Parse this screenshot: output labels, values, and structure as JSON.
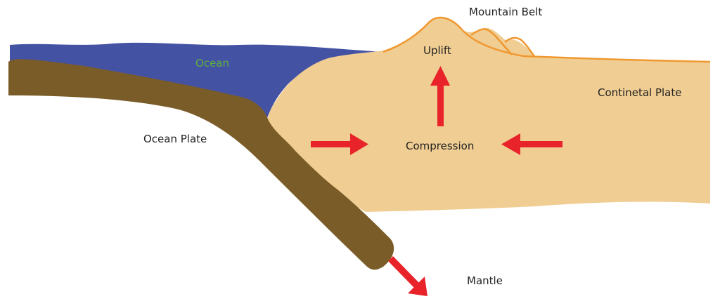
{
  "labels": {
    "mountain_belt": "Mountain Belt",
    "uplift": "Uplift",
    "ocean": "Ocean",
    "continental_plate": "Continetal Plate",
    "ocean_plate": "Ocean Plate",
    "compression": "Compression",
    "mantle": "Mantle"
  },
  "colors": {
    "ocean": "#4452a4",
    "ocean_label": "#5fb13c",
    "ocean_plate": "#7a5c28",
    "continental_plate": "#f0cd92",
    "mountain_outline": "#f09830",
    "arrow": "#e8232a",
    "text": "#222222"
  }
}
